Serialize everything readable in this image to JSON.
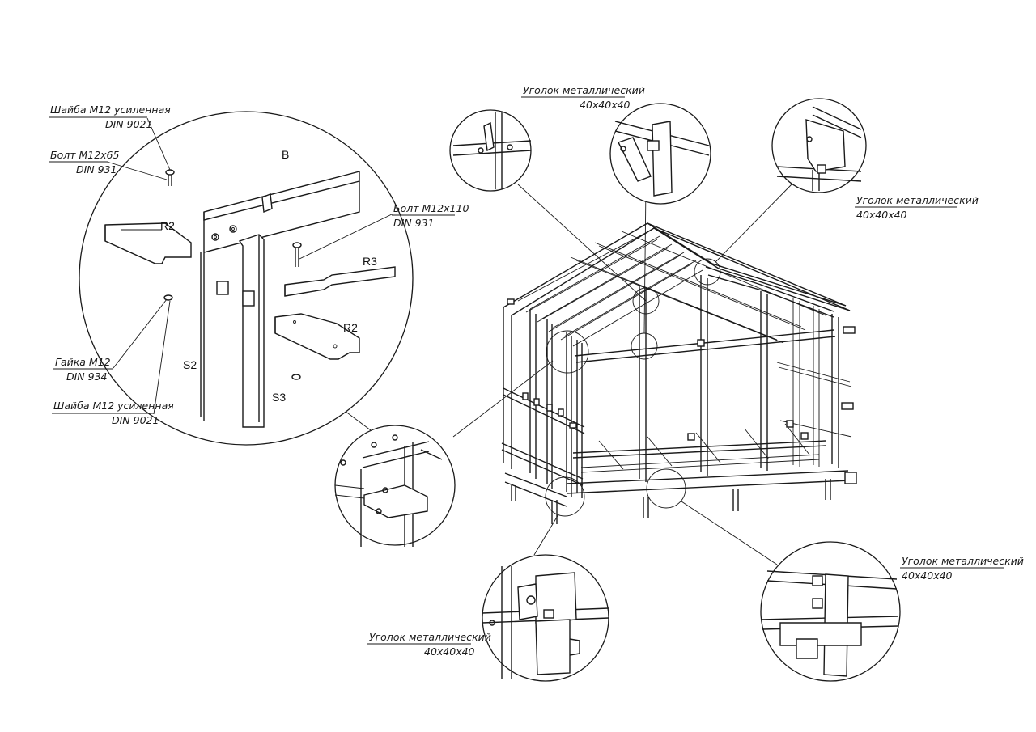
{
  "callouts": {
    "washer_top_line1": "Шайба M12 усиленная",
    "washer_top_line2": "DIN 9021",
    "bolt65_line1": "Болт M12x65",
    "bolt65_line2": "DIN 931",
    "bolt110_line1": "Болт M12x110",
    "bolt110_line2": "DIN 931",
    "nut_line1": "Гайка M12",
    "nut_line2": "DIN 934",
    "washer_bottom_line1": "Шайба M12 усиленная",
    "washer_bottom_line2": "DIN 9021",
    "angle_top_line1": "Уголок металлический",
    "angle_top_line2": "40x40x40",
    "angle_right_line1": "Уголок металлический",
    "angle_right_line2": "40x40x40",
    "angle_bottom_left_line1": "Уголок металлический",
    "angle_bottom_left_line2": "40x40x40",
    "angle_bottom_right_line1": "Уголок металлический",
    "angle_bottom_right_line2": "40x40x40"
  },
  "part_labels": {
    "b": "B",
    "r2_upper": "R2",
    "r3": "R3",
    "r2_lower": "R2",
    "s2": "S2",
    "s3": "S3"
  }
}
